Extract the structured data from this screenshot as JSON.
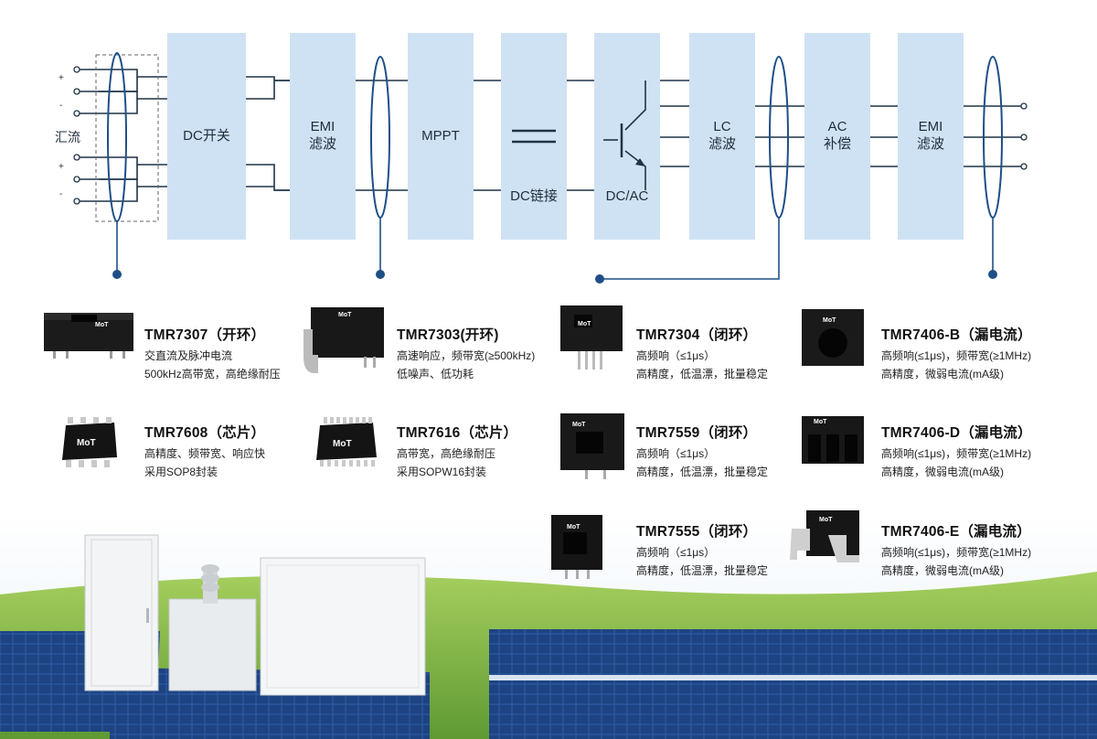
{
  "diagram": {
    "blocks": [
      {
        "id": "dc-switch",
        "label": "DC开关"
      },
      {
        "id": "emi-1",
        "label": "EMI\n滤波"
      },
      {
        "id": "mppt",
        "label": "MPPT"
      },
      {
        "id": "dc-link",
        "label": "DC链接"
      },
      {
        "id": "dc-ac",
        "label": "DC/AC"
      },
      {
        "id": "lc",
        "label": "LC\n滤波"
      },
      {
        "id": "ac",
        "label": "AC\n补偿"
      },
      {
        "id": "emi-2",
        "label": "EMI\n滤波"
      }
    ],
    "combiner_label": "汇流",
    "polarity": [
      "+",
      "-",
      "+",
      "-"
    ]
  },
  "products": [
    {
      "name": "TMR7307（开环）",
      "lines": [
        "交直流及脉冲电流",
        "500kHz高带宽，高绝缘耐压"
      ],
      "image": "sensor-open-loop"
    },
    {
      "name": "TMR7303(开环)",
      "lines": [
        "高速响应，频带宽(≥500kHz)",
        "低噪声、低功耗"
      ],
      "image": "sensor-open-loop-bracket"
    },
    {
      "name": "TMR7304（闭环）",
      "lines": [
        "高频响（≤1μs）",
        "高精度，低温漂，批量稳定"
      ],
      "image": "sensor-closed-loop-pins"
    },
    {
      "name": "TMR7406-B（漏电流）",
      "lines": [
        "高频响(≤1μs)，频带宽(≥1MHz)",
        "高精度，微弱电流(mA级)"
      ],
      "image": "sensor-ring"
    },
    {
      "name": "TMR7608（芯片）",
      "lines": [
        "高精度、频带宽、响应快",
        "采用SOP8封装"
      ],
      "image": "chip-sop8"
    },
    {
      "name": "TMR7616（芯片）",
      "lines": [
        "高带宽，高绝缘耐压",
        "采用SOPW16封装"
      ],
      "image": "chip-sopw16"
    },
    {
      "name": "TMR7559（闭环）",
      "lines": [
        "高频响（≤1μs）",
        "高精度，低温漂，批量稳定"
      ],
      "image": "sensor-closed-loop-window"
    },
    {
      "name": "TMR7406-D（漏电流）",
      "lines": [
        "高频响(≤1μs)，频带宽(≥1MHz)",
        "高精度，微弱电流(mA级)"
      ],
      "image": "sensor-multi-hole"
    },
    {
      "name": "TMR7555（闭环）",
      "lines": [
        "高频响（≤1μs）",
        "高精度，低温漂，批量稳定"
      ],
      "image": "sensor-closed-loop-square"
    },
    {
      "name": "TMR7406-E（漏电流）",
      "lines": [
        "高频响(≤1μs)，频带宽(≥1MHz)",
        "高精度，微弱电流(mA级)"
      ],
      "image": "sensor-busbar"
    }
  ],
  "brand_mark": "MoT",
  "colors": {
    "block_fill": "#cfe2f3",
    "line": "#1f3347",
    "node": "#1e4f87",
    "sky": "#e8f2fb",
    "grass": "#7fb744",
    "panel": "#244c8c"
  }
}
